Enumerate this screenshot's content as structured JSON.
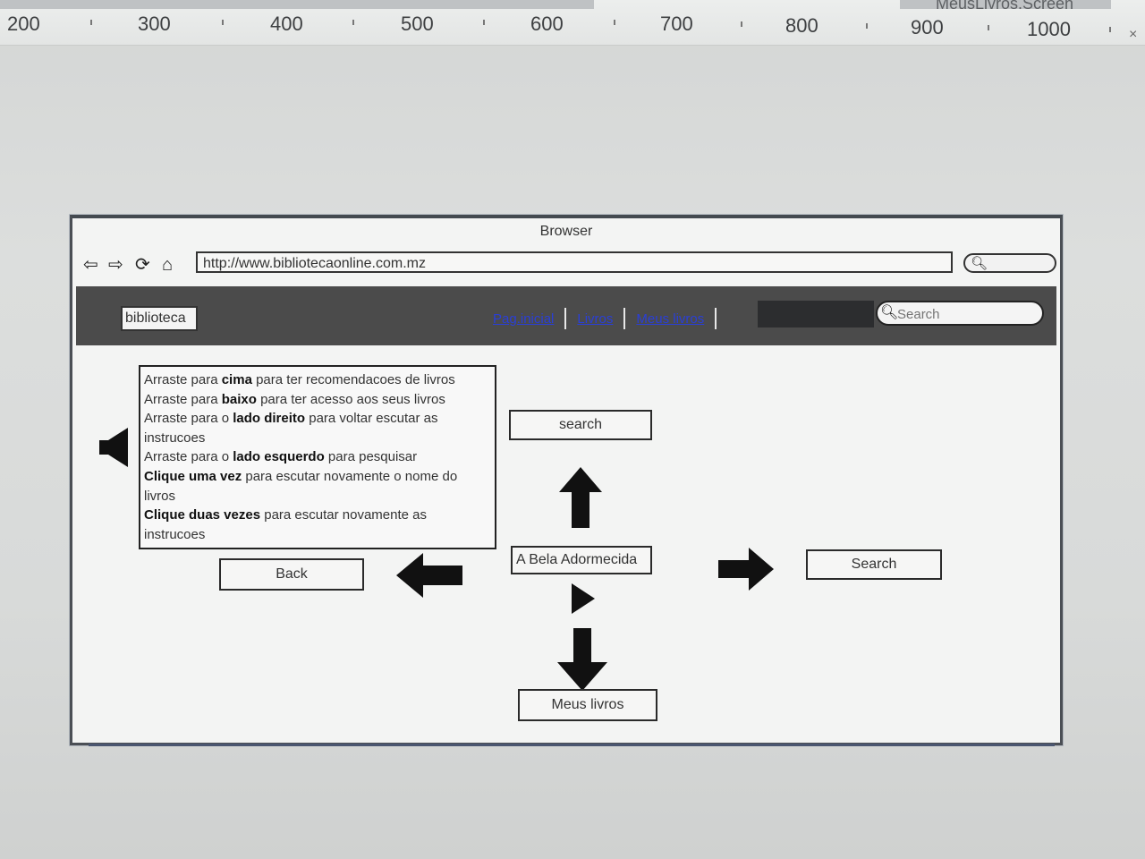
{
  "ruler": {
    "labels": [
      "200",
      "300",
      "400",
      "500",
      "600",
      "700",
      "800",
      "900",
      "1000"
    ],
    "partial_tab": "MeusLivros.Screen"
  },
  "mockup": {
    "window_title": "Browser",
    "url": "http://www.bibliotecaonline.com.mz",
    "header": {
      "logo": "biblioteca",
      "links": [
        "Pag.inicial",
        "Livros",
        "Meus livros"
      ],
      "search_placeholder": "Search"
    },
    "instructions": {
      "line1": {
        "pre": "Arraste para ",
        "bold": "cima",
        "post": " para ter recomendacoes de livros"
      },
      "line2": {
        "pre": "Arraste para ",
        "bold": "baixo",
        "post": " para ter acesso aos seus livros"
      },
      "line3": {
        "pre": "Arraste para o ",
        "bold": "lado direito",
        "post": " para voltar escutar as instrucoes"
      },
      "line4": {
        "pre": "Arraste para o ",
        "bold": "lado esquerdo",
        "post": " para pesquisar"
      },
      "line5": {
        "bold": "Clique uma vez",
        "post": " para  escutar novamente o nome do livros"
      },
      "line6": {
        "bold": "Clique duas vezes",
        "post": " para   escutar novamente as instrucoes"
      }
    },
    "buttons": {
      "search_top": "search",
      "book_title": "A Bela Adormecida",
      "back": "Back",
      "search_right": "Search",
      "my_books": "Meus livros"
    }
  }
}
